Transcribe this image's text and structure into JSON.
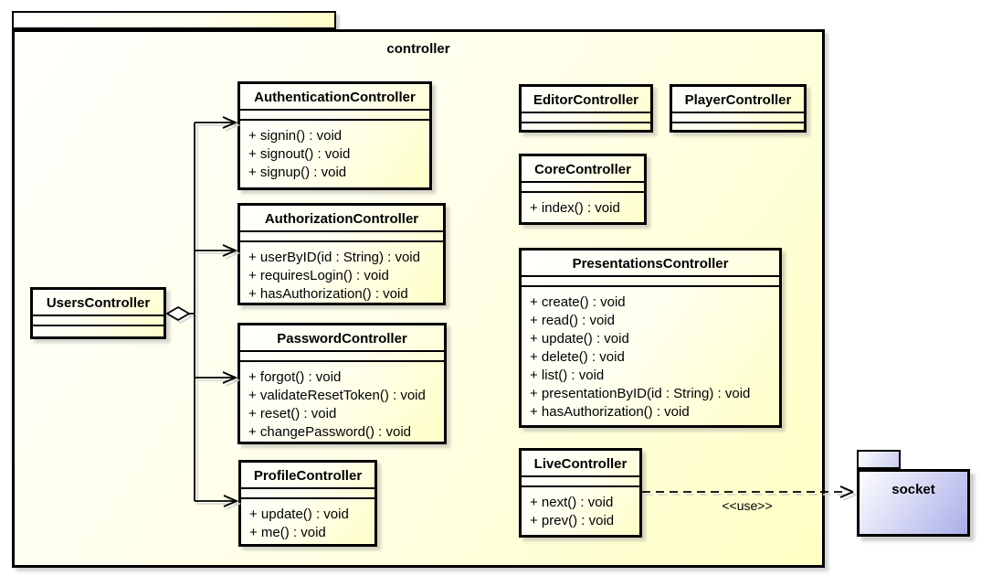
{
  "diagram": {
    "package_label": "controller",
    "external_package_label": "socket",
    "dependency_label": "<<use>>"
  },
  "classes": [
    {
      "name": "UsersController",
      "methods": []
    },
    {
      "name": "AuthenticationController",
      "methods": [
        "+ signin() : void",
        "+ signout() : void",
        "+ signup() : void"
      ]
    },
    {
      "name": "AuthorizationController",
      "methods": [
        "+ userByID(id : String) : void",
        "+ requiresLogin() : void",
        "+ hasAuthorization() : void"
      ]
    },
    {
      "name": "PasswordController",
      "methods": [
        "+ forgot() : void",
        "+ validateResetToken() : void",
        "+ reset() : void",
        "+ changePassword() : void"
      ]
    },
    {
      "name": "ProfileController",
      "methods": [
        "+ update() : void",
        "+ me() : void"
      ]
    },
    {
      "name": "EditorController",
      "methods": []
    },
    {
      "name": "PlayerController",
      "methods": []
    },
    {
      "name": "CoreController",
      "methods": [
        "+ index() : void"
      ]
    },
    {
      "name": "PresentationsController",
      "methods": [
        "+ create() : void",
        "+ read() : void",
        "+ update() : void",
        "+ delete() : void",
        "+ list() : void",
        "+ presentationByID(id : String) : void",
        "+ hasAuthorization() : void"
      ]
    },
    {
      "name": "LiveController",
      "methods": [
        "+ next() : void",
        "+ prev() : void"
      ]
    }
  ],
  "relationships": [
    {
      "type": "aggregation",
      "from": "UsersController",
      "to": [
        "AuthenticationController",
        "AuthorizationController",
        "PasswordController",
        "ProfileController"
      ]
    },
    {
      "type": "dependency",
      "label": "<<use>>",
      "from": "LiveController",
      "to": "socket"
    }
  ],
  "colors": {
    "class_fill": "#ffffc8",
    "package_fill": "#ffffc4",
    "external_package_fill": "#a9aee8",
    "border": "#000000",
    "shadow": "#bcbcbc"
  }
}
